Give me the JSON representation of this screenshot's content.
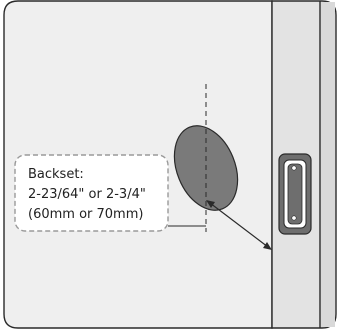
{
  "callout": {
    "line1": "Backset:",
    "line2": "2-23/64\" or 2-3/4\"",
    "line3": "(60mm or 70mm)"
  },
  "colors": {
    "door_face": "#efefef",
    "door_edge": "#e3e3e3",
    "frame": "#d9d9d9",
    "outline": "#2a2a2a",
    "bore_hole": "#7a7a7a",
    "latch_plate": "#6e6e6e",
    "callout_fill": "#ffffff",
    "callout_border": "#9a9a9a"
  },
  "icons": {
    "bore_hole": "cross-bore-hole",
    "latch": "edge-latch-plate"
  }
}
